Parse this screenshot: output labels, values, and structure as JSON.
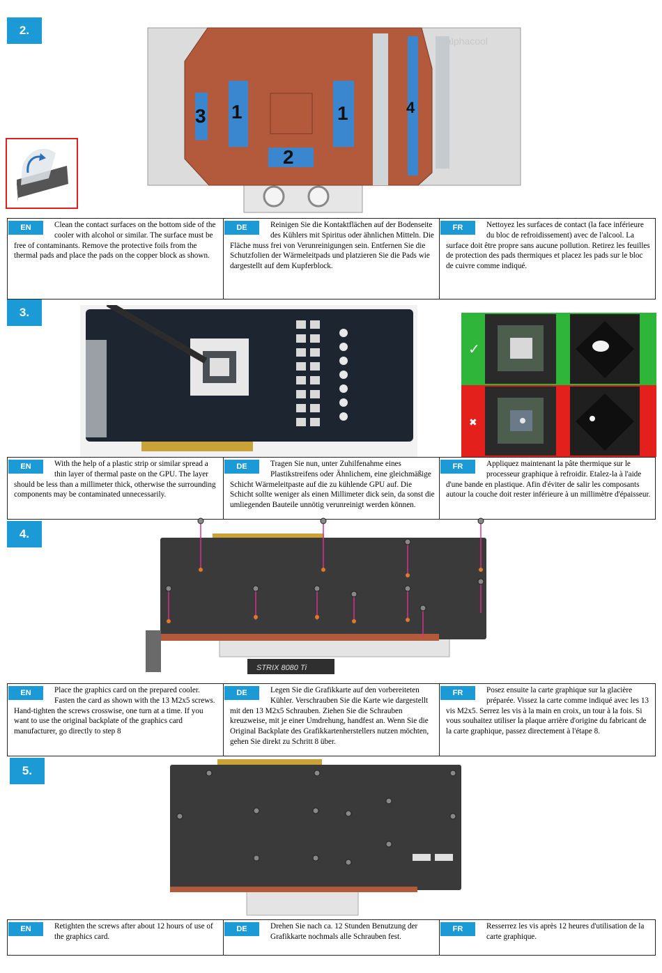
{
  "steps": [
    {
      "number": "2.",
      "texts": [
        {
          "lang": "EN",
          "text": "Clean the contact surfaces on the bottom side of the cooler with alcohol or similar. The surface must be free of contaminants. Remove the protective foils from the thermal pads and place the pads on the copper block as shown."
        },
        {
          "lang": "DE",
          "text": "Reinigen Sie die Kontaktflächen auf der Bodenseite des Kühlers mit Spiritus oder ähnlichen Mitteln. Die Fläche muss frei von Verunreinigungen sein. Entfernen Sie die Schutzfolien der Wärmeleitpads und platzieren Sie die Pads wie dargestellt auf dem Kupferblock."
        },
        {
          "lang": "FR",
          "text": "Nettoyez les surfaces de contact (la face inférieure du bloc de refroidissement) avec de l'alcool. La surface doit être propre sans aucune pollution. Retirez les feuilles de protection des pads thermiques et placez les pads sur le bloc de cuivre comme indiqué."
        }
      ],
      "pad_labels": [
        "1",
        "1",
        "2",
        "3",
        "4"
      ],
      "cooler_logo": "alphacool"
    },
    {
      "number": "3.",
      "texts": [
        {
          "lang": "EN",
          "text": "With the help of a plastic strip or similar spread a thin layer of thermal paste on the GPU. The layer should be less than a millimeter thick, otherwise the surrounding components may be contaminated unnecessarily."
        },
        {
          "lang": "DE",
          "text": "Tragen Sie nun, unter Zuhilfenahme eines Plastikstreifens oder Ähnlichem, eine gleichmäßige Schicht Wärmeleitpaste auf die zu kühlende GPU auf. Die Schicht sollte weniger als einen Millimeter dick sein, da sonst die umliegenden Bauteile unnötig verunreinigt werden können."
        },
        {
          "lang": "FR",
          "text": "Appliquez maintenant la pâte thermique sur le processeur graphique à refroidir. Etalez-la à l'aide d'une bande en plastique. Afin d'éviter de salir les composants autour la couche doit rester inférieure à un millimètre d'épaisseur."
        }
      ],
      "good_mark": "✓",
      "bad_mark": "✖",
      "good_color": "#2fb63a",
      "bad_color": "#e3201b"
    },
    {
      "number": "4.",
      "texts": [
        {
          "lang": "EN",
          "text": "Place the graphics card on the prepared cooler. Fasten the card as shown with the 13 M2x5 screws. Hand-tighten the screws crosswise, one turn at a time.  If you want to use the original backplate of the graphics card manufacturer, go directly to step 8"
        },
        {
          "lang": "DE",
          "text": "Legen Sie die Grafikkarte auf den vorbereiteten Kühler. Verschrauben Sie die Karte wie dargestellt mit den 13 M2x5 Schrauben. Ziehen Sie die Schrauben kreuzweise, mit je einer Umdrehung, handfest an.  Wenn Sie die Original Backplate des Grafikkartenherstellers nutzen möchten, gehen Sie direkt zu Schritt 8 über."
        },
        {
          "lang": "FR",
          "text": "Posez ensuite la carte graphique sur la glacière préparée. Vissez la carte comme indiqué avec les 13 vis M2x5. Serrez les vis à la main en croix, un tour à la fois. Si vous souhaitez utiliser la plaque arrière d'origine du fabricant de la carte graphique, passez directement à l'étape 8."
        }
      ],
      "card_label": "STRIX 8080 Ti"
    },
    {
      "number": "5.",
      "texts": [
        {
          "lang": "EN",
          "text": "Retighten the screws after about 12 hours of use of the graphics card."
        },
        {
          "lang": "DE",
          "text": "Drehen Sie nach ca. 12 Stunden Benutzung der Grafikkarte nochmals alle Schrauben fest."
        },
        {
          "lang": "FR",
          "text": "Resserrez les vis après 12 heures d'utilisation de la carte graphique."
        }
      ]
    }
  ],
  "colors": {
    "accent": "#1c9ad6",
    "copper": "#b45a3c",
    "pad": "#3b87cf",
    "screw_line": "#d6338a"
  }
}
